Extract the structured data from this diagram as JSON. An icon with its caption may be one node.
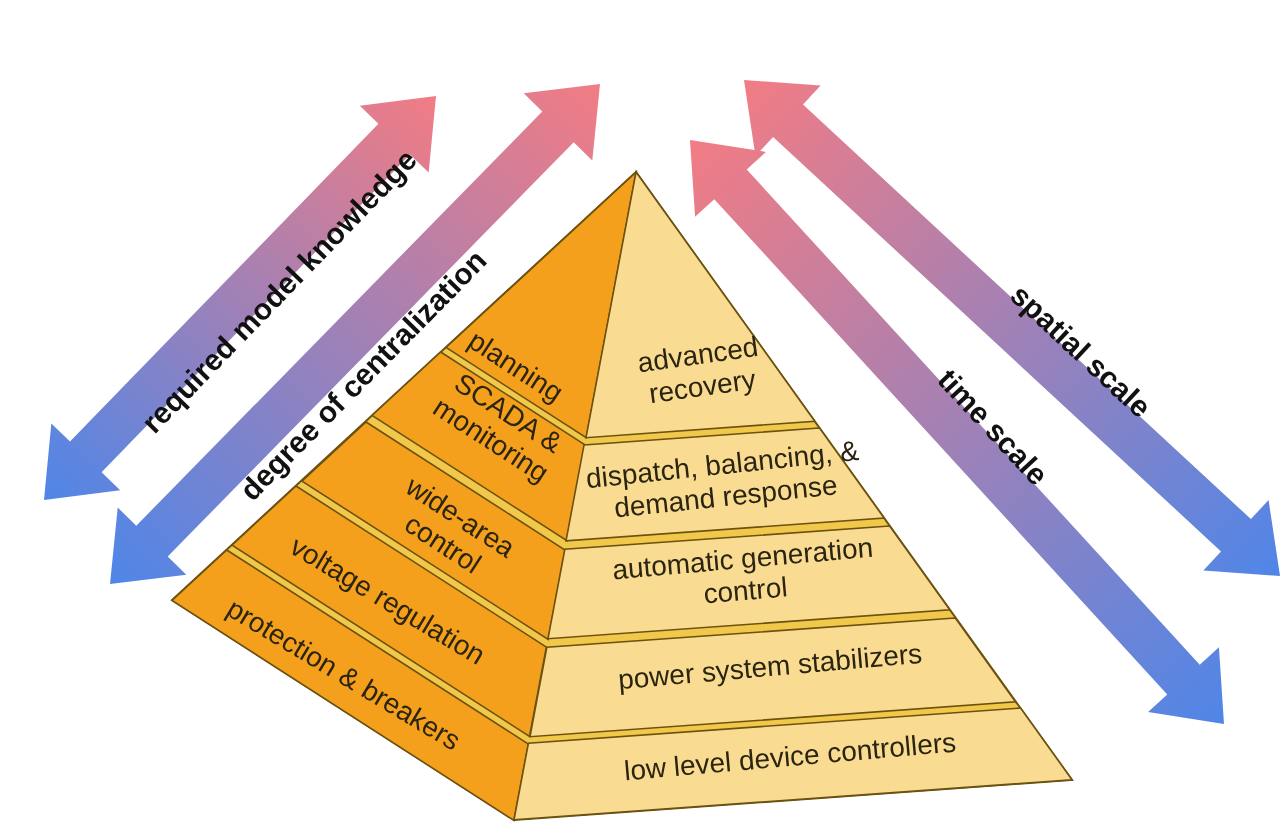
{
  "diagram": {
    "nodes": [
      {
        "text": [
          "planning"
        ]
      },
      {
        "text": [
          "SCADA & monitoring"
        ]
      },
      {
        "text": [
          "wide-area control"
        ]
      },
      {
        "text": [
          "voltage regulation"
        ]
      },
      {
        "text": [
          "protection & breakers"
        ]
      },
      {
        "text": [
          "advanced recovery"
        ]
      },
      {
        "text": [
          "dispatch, balancing, & demand response"
        ]
      },
      {
        "text": [
          "automatic generation control"
        ]
      },
      {
        "text": [
          "power system stabilizers"
        ]
      },
      {
        "text": [
          "low level device controllers"
        ]
      }
    ],
    "edges": [],
    "labels": [
      "required model knowledge",
      "degree of centralization",
      "spatial scale",
      "time scale"
    ]
  }
}
